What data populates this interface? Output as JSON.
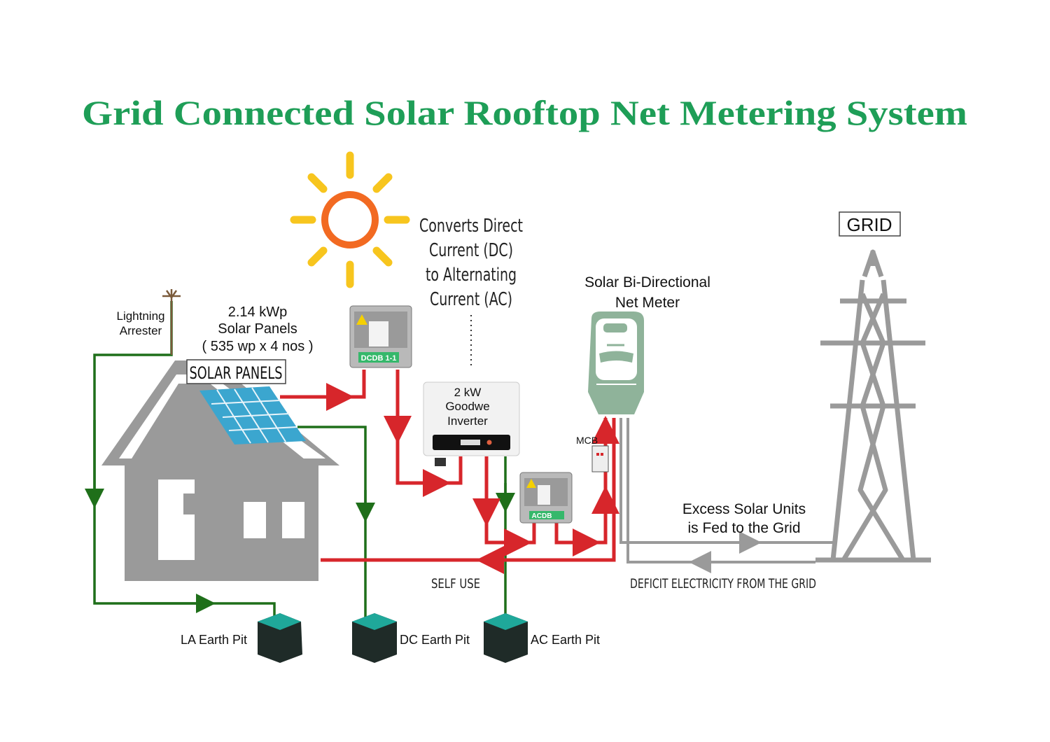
{
  "title": "Grid Connected Solar Rooftop Net Metering System",
  "converter_note": {
    "lines": [
      "Converts Direct",
      "Current (DC)",
      "to Alternating",
      "Current (AC)"
    ]
  },
  "grid": {
    "label": "GRID"
  },
  "net_meter": {
    "lines": [
      "Solar Bi-Directional",
      "Net Meter"
    ]
  },
  "lightning_arrester": {
    "lines": [
      "Lightning",
      "Arrester"
    ]
  },
  "solar_panels": {
    "lines": [
      "2.14 kWp",
      "Solar Panels",
      "( 535 wp x 4 nos )"
    ],
    "tag": "SOLAR PANELS"
  },
  "dcdb": {
    "label": "DCDB 1-1"
  },
  "inverter": {
    "lines": [
      "2 kW",
      "Goodwe",
      "Inverter"
    ]
  },
  "mcb": {
    "label": "MCB"
  },
  "acdb": {
    "label": "ACDB"
  },
  "excess": {
    "lines": [
      "Excess Solar Units",
      "is Fed to the Grid"
    ]
  },
  "self_use": {
    "label": "SELF USE"
  },
  "deficit": {
    "label": "DEFICIT ELECTRICITY FROM THE GRID"
  },
  "earth_pits": {
    "la": "LA Earth Pit",
    "dc": "DC Earth Pit",
    "ac": "AC Earth Pit"
  },
  "colors": {
    "title": "#1e9e57",
    "dc_ac_wire": "#d7262b",
    "earth_wire": "#1f6f1a",
    "grid_wire": "#9a9a9a",
    "meter": "#8fb39a",
    "house": "#9a9a9a",
    "sun_ring": "#f26a22",
    "sun_rays": "#f7c51e"
  }
}
